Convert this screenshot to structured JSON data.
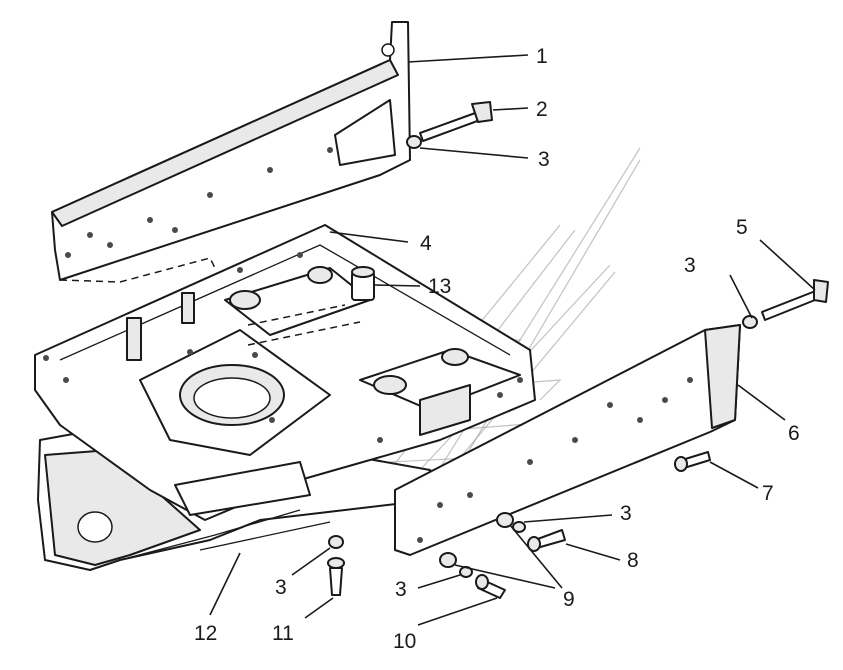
{
  "callouts": [
    {
      "id": "c1",
      "label": "1"
    },
    {
      "id": "c2",
      "label": "2"
    },
    {
      "id": "c3a",
      "label": "3"
    },
    {
      "id": "c4",
      "label": "4"
    },
    {
      "id": "c5",
      "label": "5"
    },
    {
      "id": "c3b",
      "label": "3"
    },
    {
      "id": "c13",
      "label": "13"
    },
    {
      "id": "c6",
      "label": "6"
    },
    {
      "id": "c7",
      "label": "7"
    },
    {
      "id": "c3c",
      "label": "3"
    },
    {
      "id": "c8",
      "label": "8"
    },
    {
      "id": "c9",
      "label": "9"
    },
    {
      "id": "c3d",
      "label": "3"
    },
    {
      "id": "c10",
      "label": "10"
    },
    {
      "id": "c3e",
      "label": "3"
    },
    {
      "id": "c11",
      "label": "11"
    },
    {
      "id": "c12",
      "label": "12"
    }
  ],
  "colors": {
    "line": "#1a1a1a",
    "background": "#ffffff",
    "watermark": "#9a9a9a"
  }
}
